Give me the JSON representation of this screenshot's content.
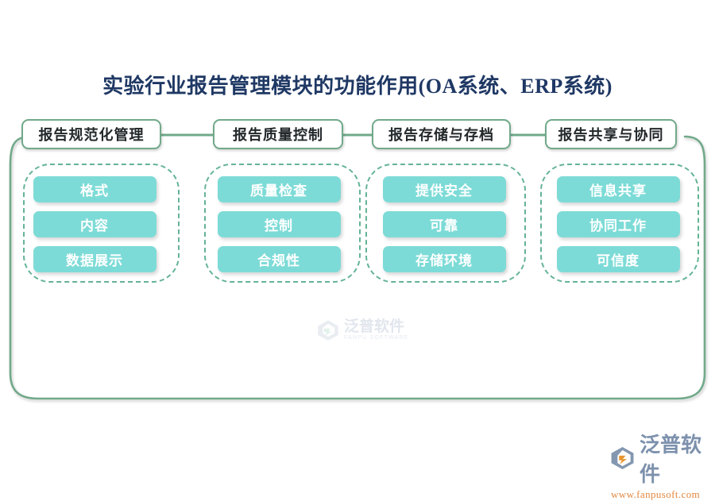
{
  "title": "实验行业报告管理模块的功能作用(OA系统、ERP系统)",
  "colors": {
    "title_text": "#1F3864",
    "frame_green": "#71A98A",
    "dashed_green": "#64B395",
    "pill_teal": "#7DDBD7",
    "pill_text": "#FFFFFF",
    "header_text": "#23282B",
    "logo_blue": "#7D91AD",
    "logo_orange": "#E4883F",
    "background": "#FFFFFF"
  },
  "columns": [
    {
      "header": "报告规范化管理",
      "items": [
        "格式",
        "内容",
        "数据展示"
      ]
    },
    {
      "header": "报告质量控制",
      "items": [
        "质量检查",
        "控制",
        "合规性"
      ]
    },
    {
      "header": "报告存储与存档",
      "items": [
        "提供安全",
        "可靠",
        "存储环境"
      ]
    },
    {
      "header": "报告共享与协同",
      "items": [
        "信息共享",
        "协同工作",
        "可信度"
      ]
    }
  ],
  "watermark": {
    "cn": "泛普软件",
    "en": "FANPU SOFTWARE"
  },
  "logo": {
    "cn": "泛普软件",
    "url": "www.fanpusoft.com"
  }
}
